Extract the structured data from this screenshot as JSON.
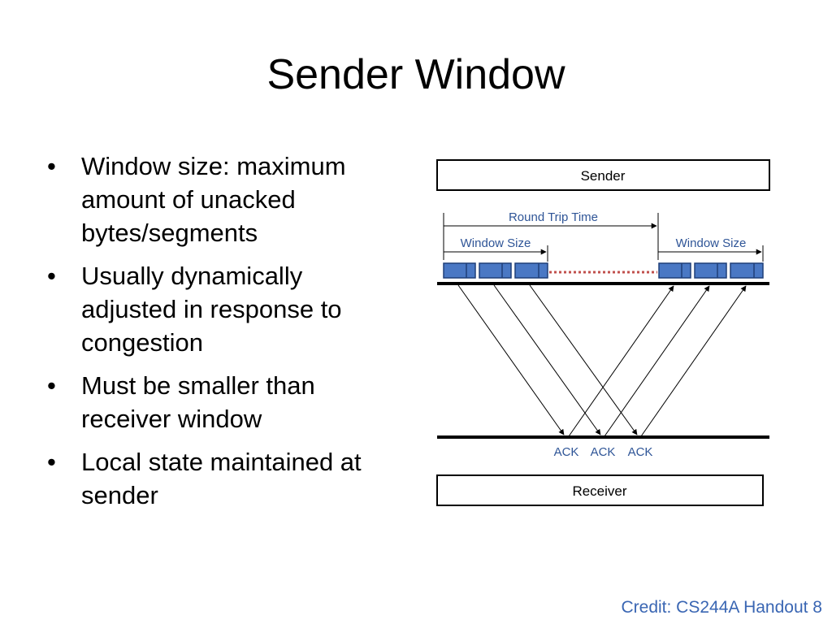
{
  "slide": {
    "title": "Sender Window",
    "bullets": [
      "Window size: maximum amount of unacked bytes/segments",
      "Usually dynamically adjusted in response to congestion",
      "Must be smaller than receiver window",
      "Local state maintained at sender"
    ],
    "bullet_glyph": "•",
    "credit": "Credit: CS244A Handout 8"
  },
  "diagram": {
    "sender_label": "Sender",
    "receiver_label": "Receiver",
    "rtt_label": "Round Trip Time",
    "window_label_left": "Window Size",
    "window_label_right": "Window Size",
    "ack_labels": [
      "ACK",
      "ACK",
      "ACK"
    ],
    "colors": {
      "segment_fill": "#4a78c4",
      "segment_stroke": "#1f3f78",
      "annotation_text": "#2f5597",
      "dotted_gap": "#c0504d",
      "line": "#000000"
    }
  }
}
